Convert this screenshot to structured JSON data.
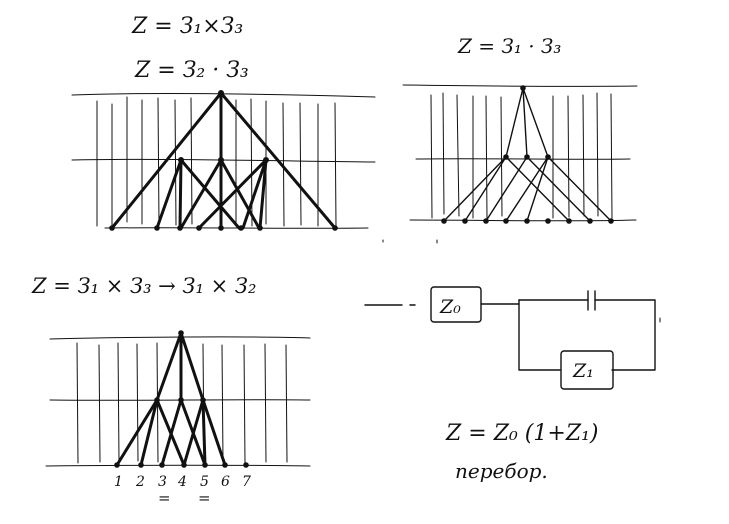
{
  "formulas": {
    "top_left_1": "Z = З₁×З₃",
    "top_left_2": "Z = З₂ · З₃",
    "top_right": "Z = З₁ · З₃",
    "middle_left": "Z = З₁ × З₃ → З₁ × З₂",
    "bottom_right": "Z = Z₀ (1+Z₁)"
  },
  "circuit": {
    "box_z0": "Z₀",
    "box_z1": "Z₁"
  },
  "notes": {
    "enumeration": "перебор."
  },
  "bottom_tree": {
    "leaf_numbers": [
      "1",
      "2",
      "3",
      "4",
      "5",
      "6",
      "7"
    ],
    "underline_marks": [
      "=",
      "="
    ]
  }
}
